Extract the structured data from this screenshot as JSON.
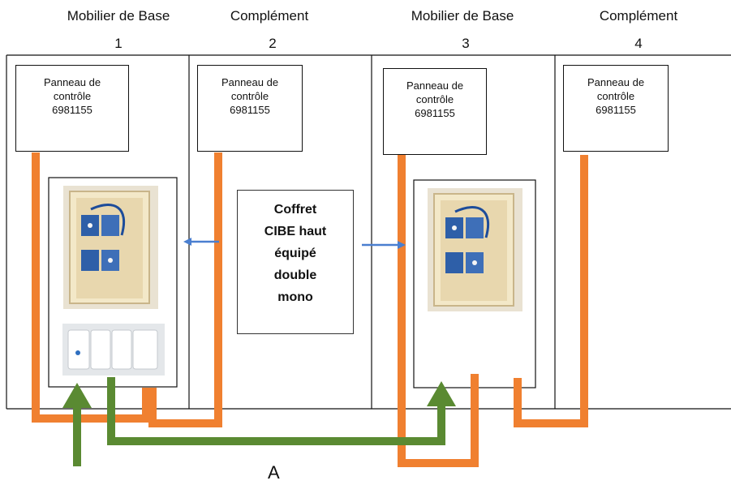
{
  "columns": [
    {
      "title": "Mobilier de Base",
      "number": "1"
    },
    {
      "title": "Complément",
      "number": "2"
    },
    {
      "title": "Mobilier de Base",
      "number": "3"
    },
    {
      "title": "Complément",
      "number": "4"
    }
  ],
  "control_panels": [
    {
      "line1": "Panneau de",
      "line2": "contrôle",
      "line3": "6981155"
    },
    {
      "line1": "Panneau de",
      "line2": "contrôle",
      "line3": "6981155"
    },
    {
      "line1": "Panneau de",
      "line2": "contrôle",
      "line3": "6981155"
    },
    {
      "line1": "Panneau de",
      "line2": "contrôle",
      "line3": "6981155"
    }
  ],
  "center_box": {
    "lines": [
      "Coffret",
      "CIBE haut",
      "équipé",
      "double",
      "mono"
    ]
  },
  "bottom_label": "A",
  "colors": {
    "orange_cable": "#F08030",
    "green_cable": "#5A8A32",
    "blue_arrow": "#4A7FD0",
    "cabinet_bg": "#EFE6D0"
  }
}
